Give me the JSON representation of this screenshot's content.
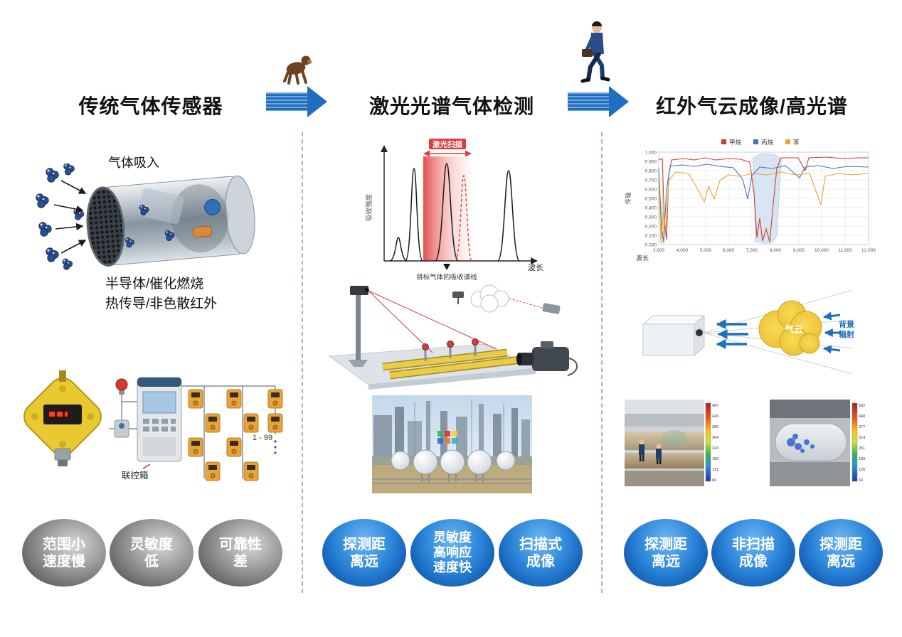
{
  "colors": {
    "accent_blue": "#1f6fc0",
    "badge_blue_dark": "#0a4fa6",
    "badge_gray": "#6e6e6e",
    "laser_red": "#e23b3b",
    "cloud_yellow": "#e8b62b"
  },
  "columns": {
    "left": {
      "title": "传统气体传感器",
      "gas_inhale_label": "气体吸入",
      "tech_line1": "半导体/催化燃烧",
      "tech_line2": "热传导/非色散红外",
      "wiring": {
        "range_label": "1 - 99",
        "control_box_label": "联控箱"
      },
      "badges": [
        {
          "line1": "范围小",
          "line2": "速度慢"
        },
        {
          "line1": "灵敏度",
          "line2": "低"
        },
        {
          "line1": "可靠性",
          "line2": "差"
        }
      ]
    },
    "middle": {
      "title": "激光光谱气体检测",
      "chart": {
        "scan_label": "激光扫描",
        "ylabel": "吸收强度",
        "xlabel": "波长",
        "annotation": "目标气体的吸收谱线"
      },
      "badges": [
        {
          "line1": "探测距",
          "line2": "离远"
        },
        {
          "line1": "灵敏度",
          "line2": "高响应",
          "line3": "速度快"
        },
        {
          "line1": "扫描式",
          "line2": "成像"
        }
      ]
    },
    "right": {
      "title": "红外气云成像/高光谱",
      "chart": {
        "legend": [
          {
            "label": "甲烷",
            "color": "#d23a2e"
          },
          {
            "label": "丙烷",
            "color": "#4472c4"
          },
          {
            "label": "苯",
            "color": "#f2a230"
          }
        ],
        "ylabel": "传输",
        "xlabel": "波长",
        "yticks": [
          "1.000",
          "0.900",
          "0.800",
          "0.700",
          "0.600",
          "0.500",
          "0.400",
          "0.300",
          "0.200",
          "0.100",
          "0.000"
        ],
        "xticks": [
          "3,000",
          "4,000",
          "5,000",
          "6,000",
          "7,000",
          "8,000",
          "9,000",
          "10,000",
          "11,000",
          "12,000"
        ]
      },
      "gas_cloud": {
        "cloud_label": "气云",
        "radiation_line1": "背景",
        "radiation_line2": "辐射"
      },
      "thermal1_scale": [
        "487",
        "426",
        "365",
        "304",
        "243",
        "182",
        "121",
        "60"
      ],
      "thermal2_scale": [
        "502",
        "440",
        "377",
        "314",
        "251",
        "189",
        "126",
        "63"
      ],
      "badges": [
        {
          "line1": "探测距",
          "line2": "离远"
        },
        {
          "line1": "非扫描",
          "line2": "成像"
        },
        {
          "line1": "探测距",
          "line2": "离远"
        }
      ]
    }
  },
  "chart_data": [
    {
      "type": "line",
      "panel": "红外气云成像/高光谱",
      "xlabel": "波长",
      "ylabel": "传输",
      "xticks": [
        3000,
        4000,
        5000,
        6000,
        7000,
        8000,
        9000,
        10000,
        11000,
        12000
      ],
      "ylim": [
        0,
        1
      ],
      "legend_position": "top",
      "grid": true,
      "series": [
        {
          "name": "甲烷",
          "color": "#d23a2e",
          "x": [
            3000,
            3200,
            3400,
            3600,
            4000,
            5000,
            6000,
            7000,
            7400,
            7700,
            8000,
            8300,
            9000,
            9600,
            9800,
            10000,
            11000,
            12000
          ],
          "values": [
            0.95,
            0.9,
            0.1,
            0.85,
            0.96,
            0.95,
            0.97,
            0.93,
            0.4,
            0.05,
            0.2,
            0.9,
            0.97,
            0.85,
            0.97,
            0.96,
            0.97,
            0.96
          ]
        },
        {
          "name": "丙烷",
          "color": "#4472c4",
          "x": [
            3000,
            3200,
            3400,
            3600,
            4000,
            5000,
            6000,
            6800,
            7200,
            8000,
            9000,
            10000,
            10400,
            11000,
            12000
          ],
          "values": [
            0.9,
            0.2,
            0.05,
            0.8,
            0.93,
            0.92,
            0.9,
            0.65,
            0.85,
            0.9,
            0.92,
            0.9,
            0.75,
            0.9,
            0.9
          ]
        },
        {
          "name": "苯",
          "color": "#f2a230",
          "x": [
            3000,
            3100,
            3300,
            3600,
            4000,
            5000,
            5200,
            5600,
            6200,
            7000,
            8000,
            9000,
            9700,
            10000,
            11000,
            12000
          ],
          "values": [
            0.75,
            0.1,
            0.35,
            0.7,
            0.88,
            0.55,
            0.45,
            0.75,
            0.6,
            0.85,
            0.88,
            0.9,
            0.35,
            0.88,
            0.88,
            0.87
          ]
        }
      ]
    },
    {
      "type": "line",
      "panel": "激光光谱气体检测",
      "xlabel": "波长",
      "ylabel": "吸收强度",
      "annotations": [
        "激光扫描",
        "目标气体的吸收谱线"
      ],
      "description": "示意图：黑色吸收峰若干，红色渐变区域表示激光扫描范围，覆盖目标气体吸收谱线"
    }
  ]
}
